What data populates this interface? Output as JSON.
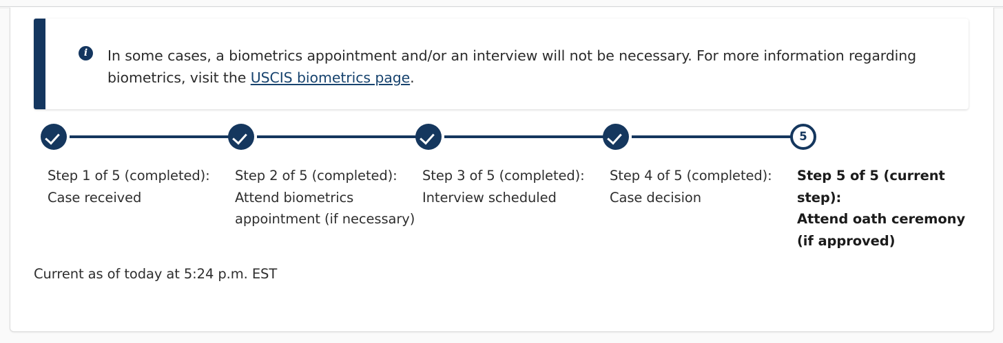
{
  "alert": {
    "icon": "info-icon",
    "text_before_link": "In some cases, a biometrics appointment and/or an interview will not be necessary. For more information regarding biometrics, visit the ",
    "link_text": "USCIS biometrics page",
    "text_after_link": ".",
    "accent_color": "#14365f"
  },
  "stepper": {
    "total_steps": 5,
    "current_step": 5,
    "completed_color": "#15375e",
    "steps": [
      {
        "number": "1",
        "state": "completed",
        "marker": "check",
        "label_line1": "Step 1 of 5 (completed):",
        "label_line2": "Case received"
      },
      {
        "number": "2",
        "state": "completed",
        "marker": "check",
        "label_line1": "Step 2 of 5 (completed):",
        "label_line2": "Attend biometrics appointment (if necessary)"
      },
      {
        "number": "3",
        "state": "completed",
        "marker": "check",
        "label_line1": "Step 3 of 5 (completed):",
        "label_line2": "Interview scheduled"
      },
      {
        "number": "4",
        "state": "completed",
        "marker": "check",
        "label_line1": "Step 4 of 5 (completed):",
        "label_line2": "Case decision"
      },
      {
        "number": "5",
        "state": "current",
        "marker": "number",
        "label_line1": "Step 5 of 5 (current step):",
        "label_line2": "Attend oath ceremony (if approved)"
      }
    ]
  },
  "footer": {
    "status_text": "Current as of today at 5:24 p.m. EST"
  }
}
